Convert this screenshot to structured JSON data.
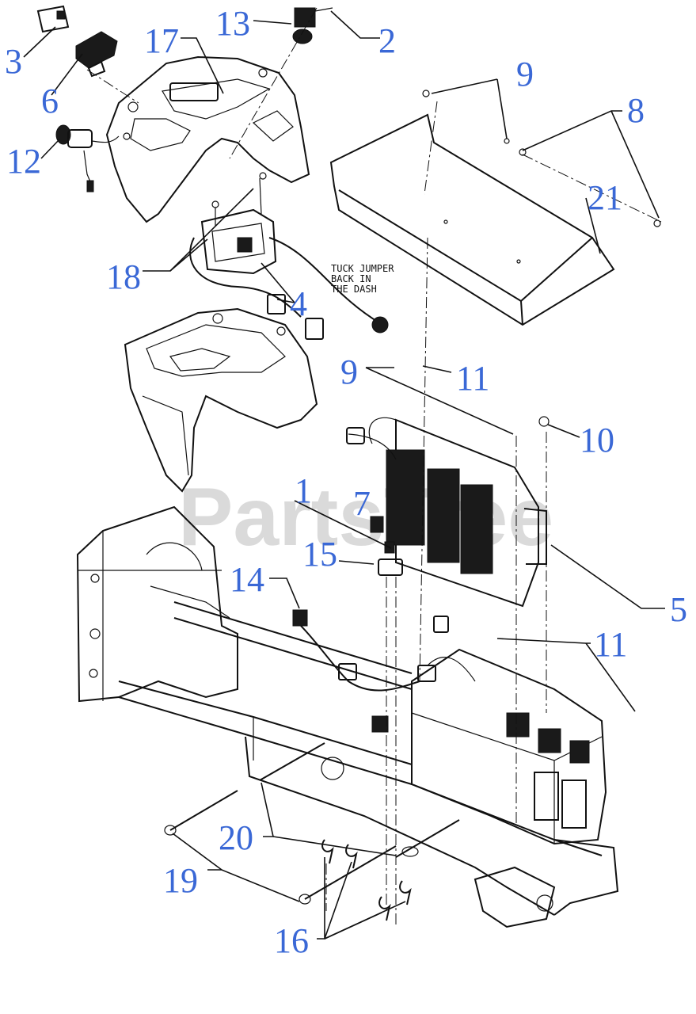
{
  "watermark": "PartsTree",
  "note": {
    "line1": "TUCK JUMPER",
    "line2": "BACK IN",
    "line3": "THE DASH"
  },
  "callouts": {
    "c1": "1",
    "c2": "2",
    "c3": "3",
    "c4": "4",
    "c5": "5",
    "c6": "6",
    "c7": "7",
    "c8": "8",
    "c9a": "9",
    "c9b": "9",
    "c10": "10",
    "c11a": "11",
    "c11b": "11",
    "c12": "12",
    "c13": "13",
    "c14": "14",
    "c15": "15",
    "c16": "16",
    "c17": "17",
    "c18": "18",
    "c19": "19",
    "c20": "20",
    "c21": "21"
  },
  "colors": {
    "callout": "#3a68d6",
    "lines": "#111111",
    "watermark": "#bdbdbd"
  }
}
